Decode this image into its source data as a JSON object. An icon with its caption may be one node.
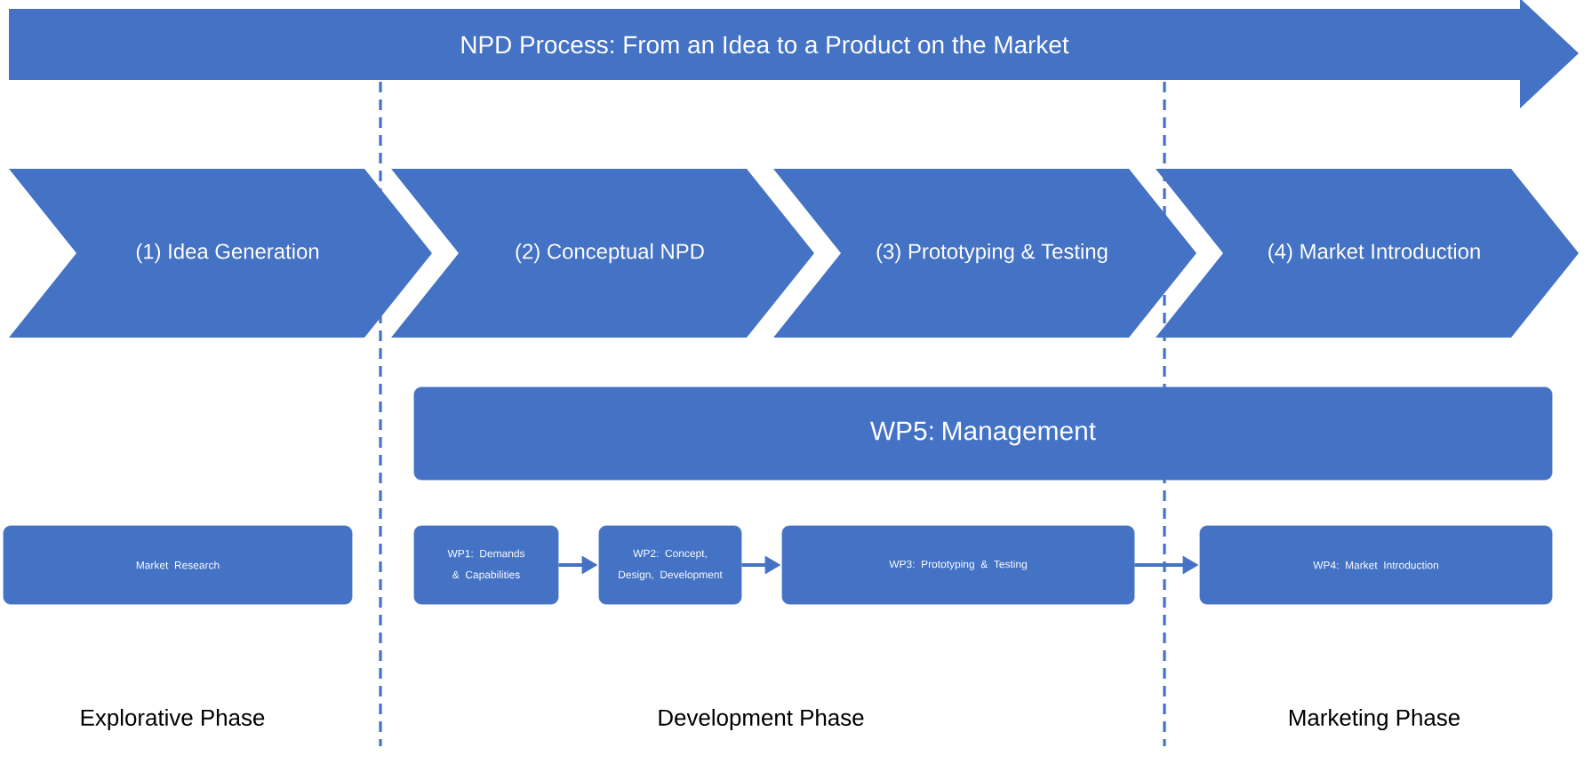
{
  "diagram": {
    "nodes": [
      {
        "text": [
          "NPD Process: From an Idea to a Product on the Market"
        ]
      },
      {
        "text": [
          "(1) Idea Generation"
        ]
      },
      {
        "text": [
          "(2) Conceptual NPD"
        ]
      },
      {
        "text": [
          "(3) Prototyping & Testing"
        ]
      },
      {
        "text": [
          "(4) Market Introduction"
        ]
      },
      {
        "text": [
          "WP5: Management"
        ]
      },
      {
        "text": [
          "Market Research"
        ]
      },
      {
        "text": [
          "WP1: Demands & Capabilities"
        ]
      },
      {
        "text": [
          "WP2: Concept, Design, Development"
        ]
      },
      {
        "text": [
          "WP3: Prototyping & Testing"
        ]
      },
      {
        "text": [
          "WP4: Market Introduction"
        ]
      }
    ],
    "edges": [
      {
        "from": 7,
        "to": 8,
        "arrow": "to"
      },
      {
        "from": 8,
        "to": 9,
        "arrow": "to"
      },
      {
        "from": 9,
        "to": 10,
        "arrow": "to"
      }
    ],
    "labels": [
      "Explorative Phase",
      "Development Phase",
      "Marketing Phase"
    ]
  }
}
